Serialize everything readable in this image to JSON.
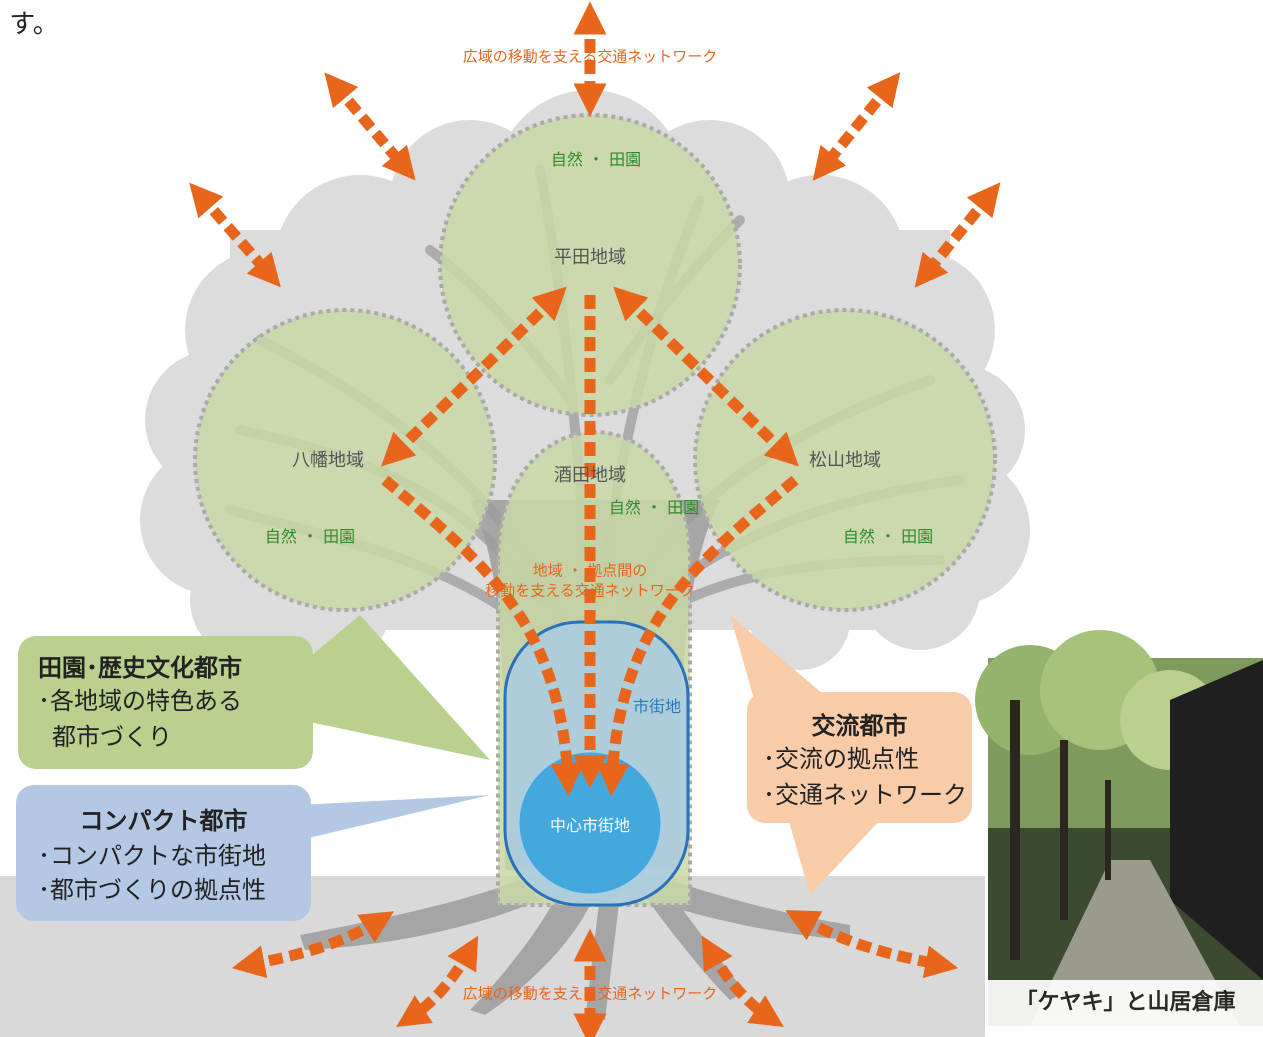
{
  "intro_fragment": "す。",
  "network_labels": {
    "top": "広域の移動を支える交通ネットワーク",
    "bottom": "広域の移動を支える交通ネットワーク",
    "middle_line1": "地域 ・ 拠点間の",
    "middle_line2": "移動を支える交通ネットワーク"
  },
  "regions": {
    "heita": "平田地域",
    "yawata": "八幡地域",
    "sakata": "酒田地域",
    "matsuyama": "松山地域"
  },
  "nature_labels": {
    "heita": "自然 ・ 田園",
    "yawata": "自然 ・ 田園",
    "sakata": "自然 ・ 田園",
    "matsuyama": "自然 ・ 田園"
  },
  "urban": {
    "shigaichi": "市街地",
    "chushin": "中心市街地"
  },
  "callouts": {
    "denen": {
      "title": "田園･歴史文化都市",
      "line1": "･各地域の特色ある",
      "line2": "都市づくり",
      "color": "#b9d08f"
    },
    "compact": {
      "title": "コンパクト都市",
      "line1": "･コンパクトな市街地",
      "line2": "･都市づくりの拠点性",
      "color": "#b3c8e2"
    },
    "koryu": {
      "title": "交流都市",
      "line1": "･交流の拠点性",
      "line2": "･交通ネットワーク",
      "color": "#f8cca8"
    }
  },
  "photo": {
    "caption": "「ケヤキ」と山居倉庫"
  },
  "colors": {
    "arrow": "#e8651c",
    "canopy": "#dcdcdc",
    "circle_fill": "#c9d7a6",
    "trunk": "#9c9c9c",
    "ground": "#d9d9d9",
    "shigaichi": "#a9cde4",
    "chushin": "#45a8dc"
  }
}
